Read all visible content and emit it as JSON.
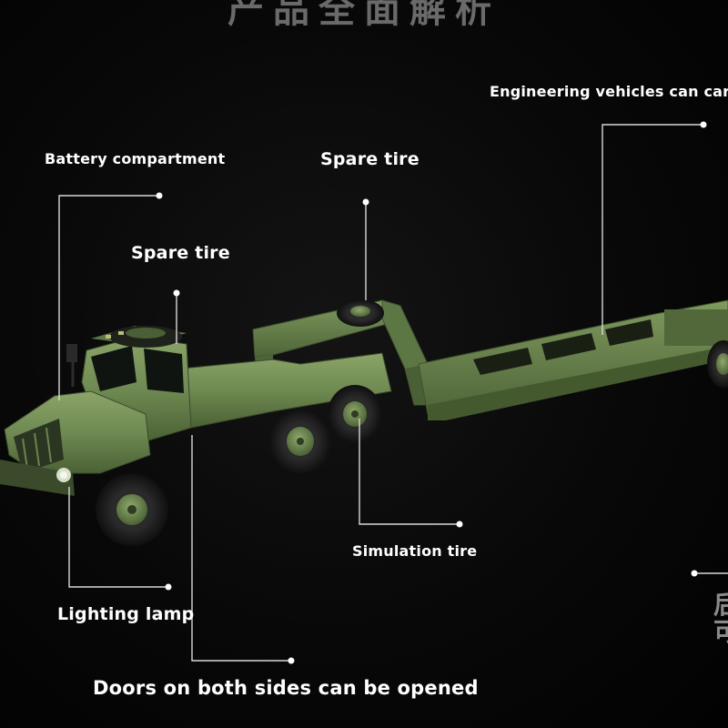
{
  "header": {
    "title_partial": "产品全面解析"
  },
  "labels": {
    "battery": "Battery compartment",
    "spare_tire_top": "Spare tire",
    "spare_tire_left": "Spare tire",
    "engineering": "Engineering vehicles can carry",
    "simulation_tire": "Simulation tire",
    "lighting_lamp": "Lighting lamp",
    "doors": "Doors on both sides can be opened"
  },
  "edge_text": "后\n可",
  "colors": {
    "background": "#050505",
    "truck_green": "#6f8a52",
    "truck_dark": "#4f6538",
    "tire": "#1c1c1c",
    "callout_line": "#d8d8d8",
    "label_text": "#ffffff"
  }
}
